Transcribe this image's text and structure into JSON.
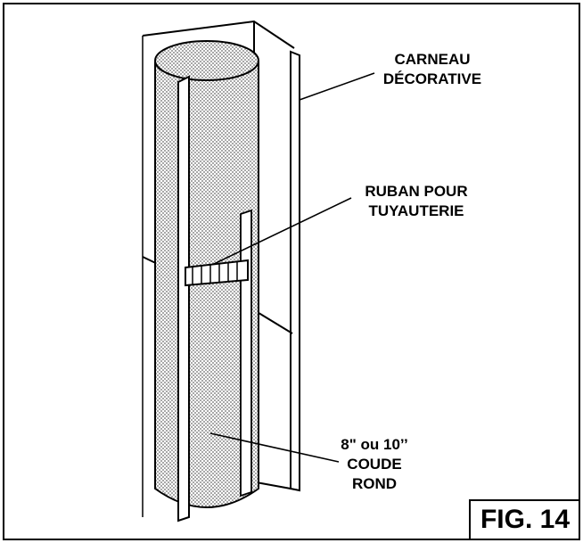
{
  "labels": {
    "carneau_line1": "CARNEAU",
    "carneau_line2": "DÉCORATIVE",
    "ruban_line1": "RUBAN POUR",
    "ruban_line2": "TUYAUTERIE",
    "coude_line1": "8\" ou 10’’",
    "coude_line2": "COUDE",
    "coude_line3": "ROND"
  },
  "figure": {
    "number": "FIG. 14"
  },
  "colors": {
    "ink": "#000000",
    "pipe_texture": "#cfcfcf",
    "background": "#ffffff"
  }
}
